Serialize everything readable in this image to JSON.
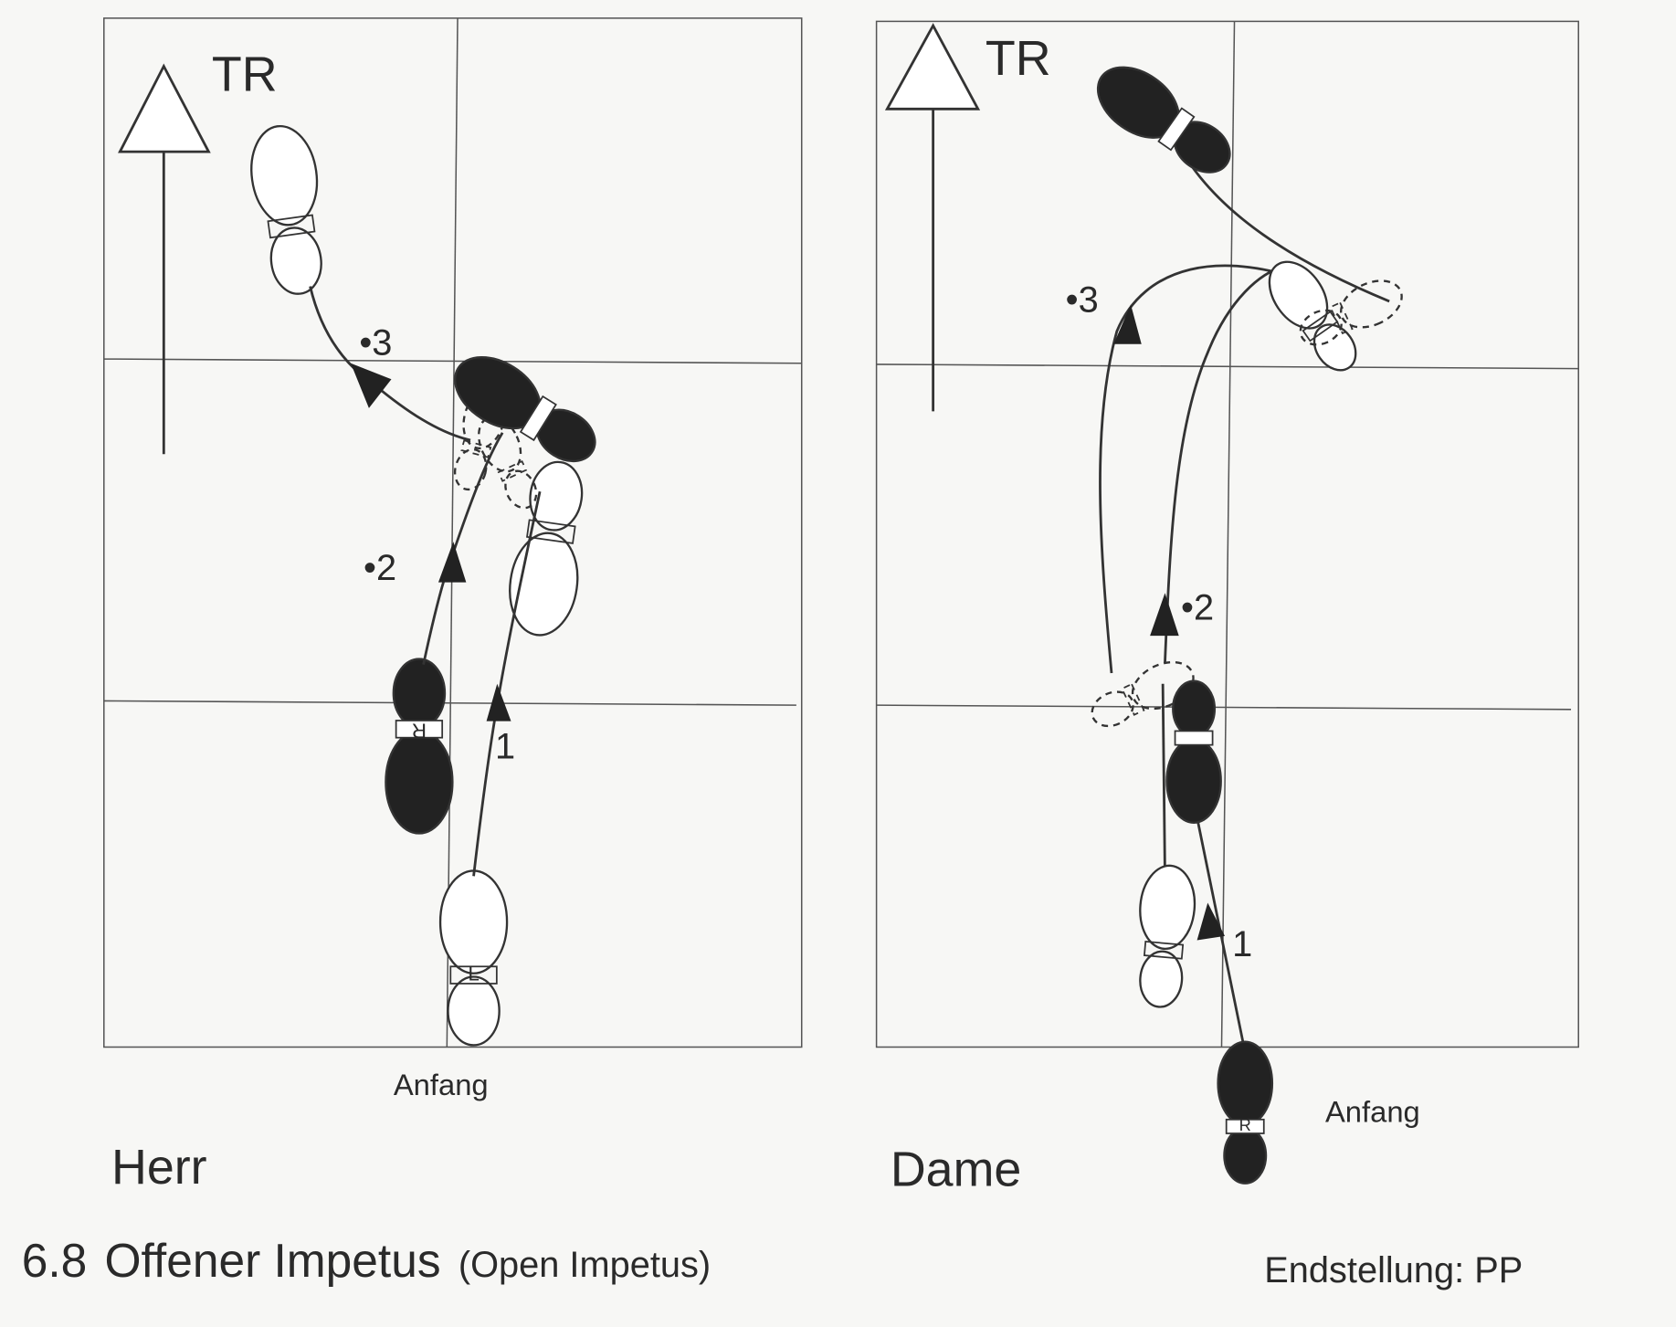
{
  "herr": {
    "direction_label": "TR",
    "step_labels": [
      "•1",
      "•2",
      "•3"
    ],
    "step1": "1",
    "step2": "•2",
    "step3": "•3",
    "start_label": "Anfang",
    "role_label": "Herr",
    "foot_letters": [
      "L",
      "R"
    ]
  },
  "dame": {
    "direction_label": "TR",
    "step1": "1",
    "step2": "•2",
    "step3": "•3",
    "start_label": "Anfang",
    "role_label": "Dame",
    "foot_letters": [
      "R"
    ]
  },
  "caption": {
    "number": "6.8",
    "title": "Offener Impetus",
    "subtitle": "(Open Impetus)",
    "end_position": "Endstellung: PP"
  }
}
